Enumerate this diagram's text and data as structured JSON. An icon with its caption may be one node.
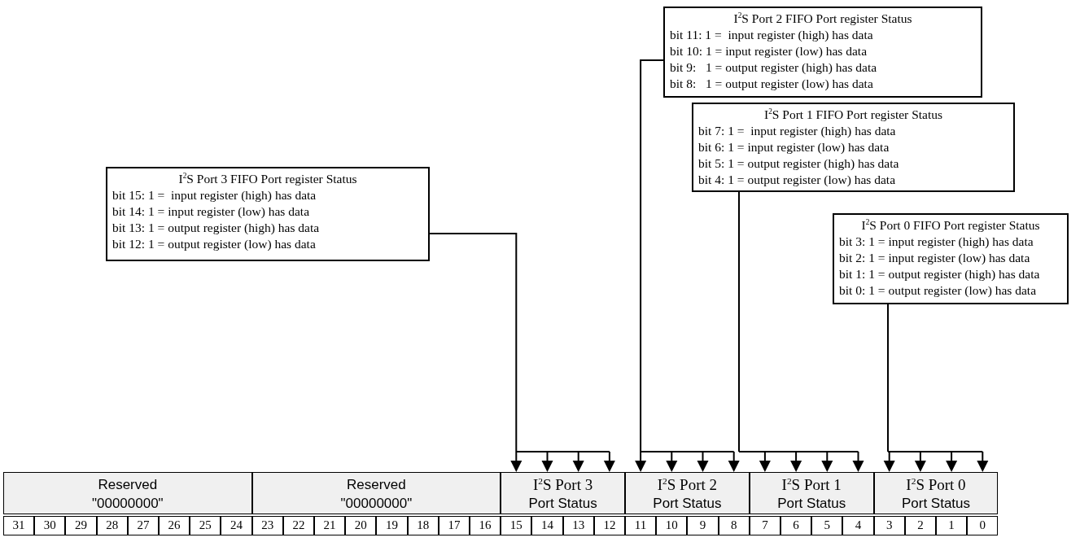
{
  "diagram": {
    "nodes": [
      {
        "text": [
          "I$^{2}$S Port 2 FIFO Port register Status",
          "bit 11: 1 =  input register (high) has data",
          "bit 10: 1 = input register (low) has data",
          "bit 9:   1 = output register (high) has data",
          "bit 8:   1 = output register (low) has data"
        ]
      },
      {
        "text": [
          "I$^{2}$S Port 1 FIFO Port register Status",
          "bit 7: 1 =  input register (high) has data",
          "bit 6: 1 = input register (low) has data",
          "bit 5: 1 = output register (high) has data",
          "bit 4: 1 = output register (low) has data"
        ]
      },
      {
        "text": [
          "I$^{2}$S Port 3 FIFO Port register Status",
          "bit 15: 1 =  input register (high) has data",
          "bit 14: 1 = input register (low) has data",
          "bit 13: 1 = output register (high) has data",
          "bit 12: 1 = output register (low) has data"
        ]
      },
      {
        "text": [
          "I$^{2}$S Port 0 FIFO Port register Status",
          "bit 3: 1 = input register (high) has data",
          "bit 2: 1 = input register (low) has data",
          "bit 1: 1 = output register (high) has data",
          "bit 0: 1 = output register (low) has data"
        ]
      },
      {
        "text": [
          "Reserved",
          "\"00000000\""
        ]
      },
      {
        "text": [
          "Reserved",
          "\"00000000\""
        ]
      },
      {
        "text": [
          "I$^{2}$S Port 3",
          "Port Status"
        ]
      },
      {
        "text": [
          "I$^{2}$S Port 2",
          "Port Status"
        ]
      },
      {
        "text": [
          "I$^{2}$S Port 1",
          "Port Status"
        ]
      },
      {
        "text": [
          "I$^{2}$S Port 0",
          "Port Status"
        ]
      }
    ],
    "edges": [
      {
        "from": 2,
        "to": 6,
        "arrow": "to"
      },
      {
        "from": 0,
        "to": 7,
        "arrow": "to"
      },
      {
        "from": 1,
        "to": 8,
        "arrow": "to"
      },
      {
        "from": 3,
        "to": 9,
        "arrow": "to"
      }
    ],
    "labels": [
      "31",
      "30",
      "29",
      "28",
      "27",
      "26",
      "25",
      "24",
      "23",
      "22",
      "21",
      "20",
      "19",
      "18",
      "17",
      "16",
      "15",
      "14",
      "13",
      "12",
      "11",
      "10",
      "9",
      "8",
      "7",
      "6",
      "5",
      "4",
      "3",
      "2",
      "1",
      "0"
    ]
  }
}
